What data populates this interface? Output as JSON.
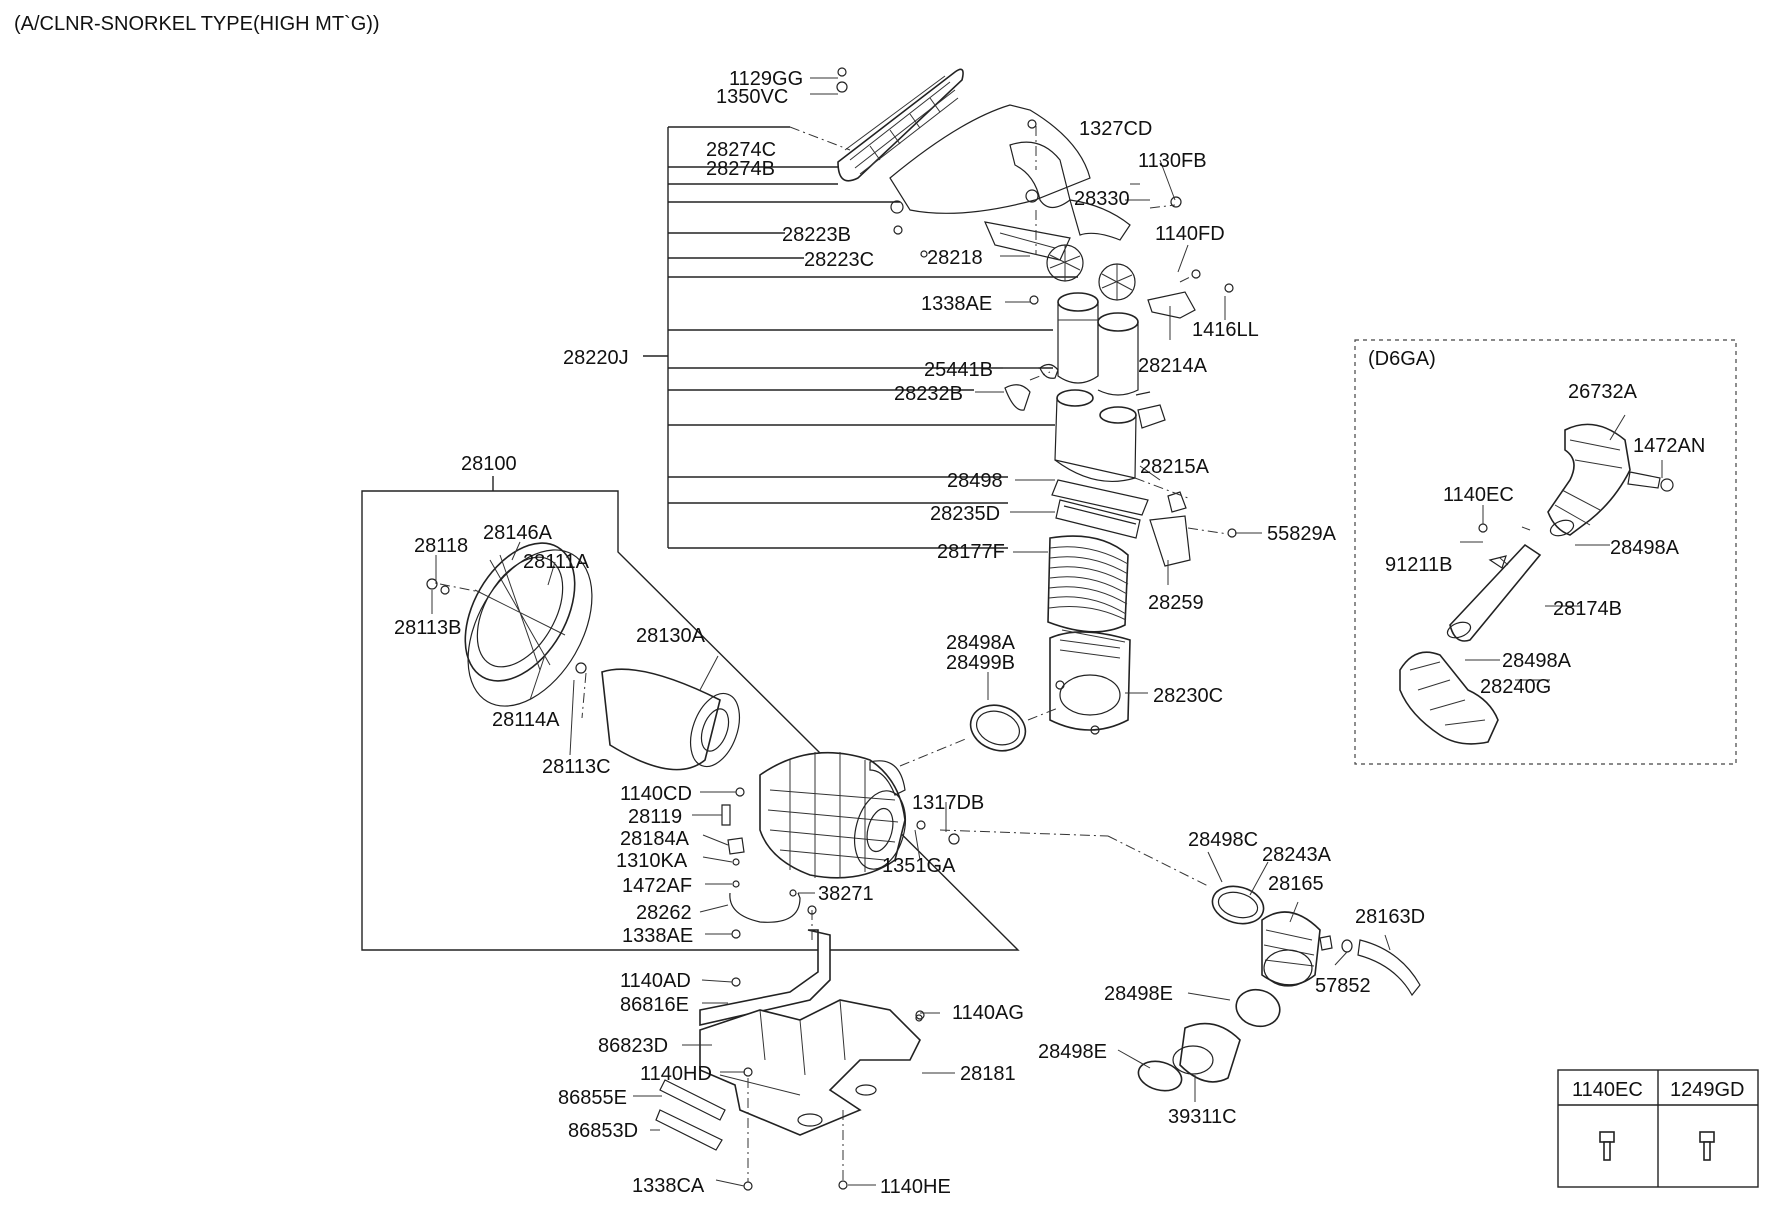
{
  "title": "(A/CLNR-SNORKEL TYPE(HIGH MT`G))",
  "variant_label": "(D6GA)",
  "labels": {
    "p1129GG": "1129GG",
    "p1350VC": "1350VC",
    "p1327CD": "1327CD",
    "p28274C": "28274C",
    "p28274B": "28274B",
    "p1130FB": "1130FB",
    "p28330": "28330",
    "p28223B": "28223B",
    "p1140FD": "1140FD",
    "p28223C": "28223C",
    "p28218": "28218",
    "p1338AE_top": "1338AE",
    "p1416LL": "1416LL",
    "p28220J": "28220J",
    "p25441B": "25441B",
    "p28214A": "28214A",
    "p28232B": "28232B",
    "p28215A": "28215A",
    "p28498": "28498",
    "p28235D": "28235D",
    "p55829A": "55829A",
    "p28177F": "28177F",
    "p28259": "28259",
    "p28100": "28100",
    "p28118": "28118",
    "p28146A": "28146A",
    "p28111A": "28111A",
    "p28113B": "28113B",
    "p28130A": "28130A",
    "p28498A_main": "28498A",
    "p28499B": "28499B",
    "p28230C": "28230C",
    "p28114A": "28114A",
    "p28113C": "28113C",
    "p1140CD": "1140CD",
    "p1317DB": "1317DB",
    "p28119": "28119",
    "p28184A": "28184A",
    "p1310KA": "1310KA",
    "p1351GA": "1351GA",
    "p1472AF": "1472AF",
    "p38271": "38271",
    "p28262": "28262",
    "p1338AE_bot": "1338AE",
    "p28498C": "28498C",
    "p28243A": "28243A",
    "p28165": "28165",
    "p28163D": "28163D",
    "p57852": "57852",
    "p28498E_1": "28498E",
    "p28498E_2": "28498E",
    "p39311C": "39311C",
    "p1140AD": "1140AD",
    "p86816E": "86816E",
    "p1140AG": "1140AG",
    "p86823D": "86823D",
    "p1140HD": "1140HD",
    "p28181": "28181",
    "p86855E": "86855E",
    "p86853D": "86853D",
    "p1338CA": "1338CA",
    "p1140HE": "1140HE",
    "p26732A": "26732A",
    "p1472AN": "1472AN",
    "p1140EC_inset": "1140EC",
    "p91211B": "91211B",
    "p28498A_inset1": "28498A",
    "p28174B": "28174B",
    "p28498A_inset2": "28498A",
    "p28240G": "28240G"
  },
  "fastener_table": {
    "headers": [
      "1140EC",
      "1249GD"
    ]
  }
}
